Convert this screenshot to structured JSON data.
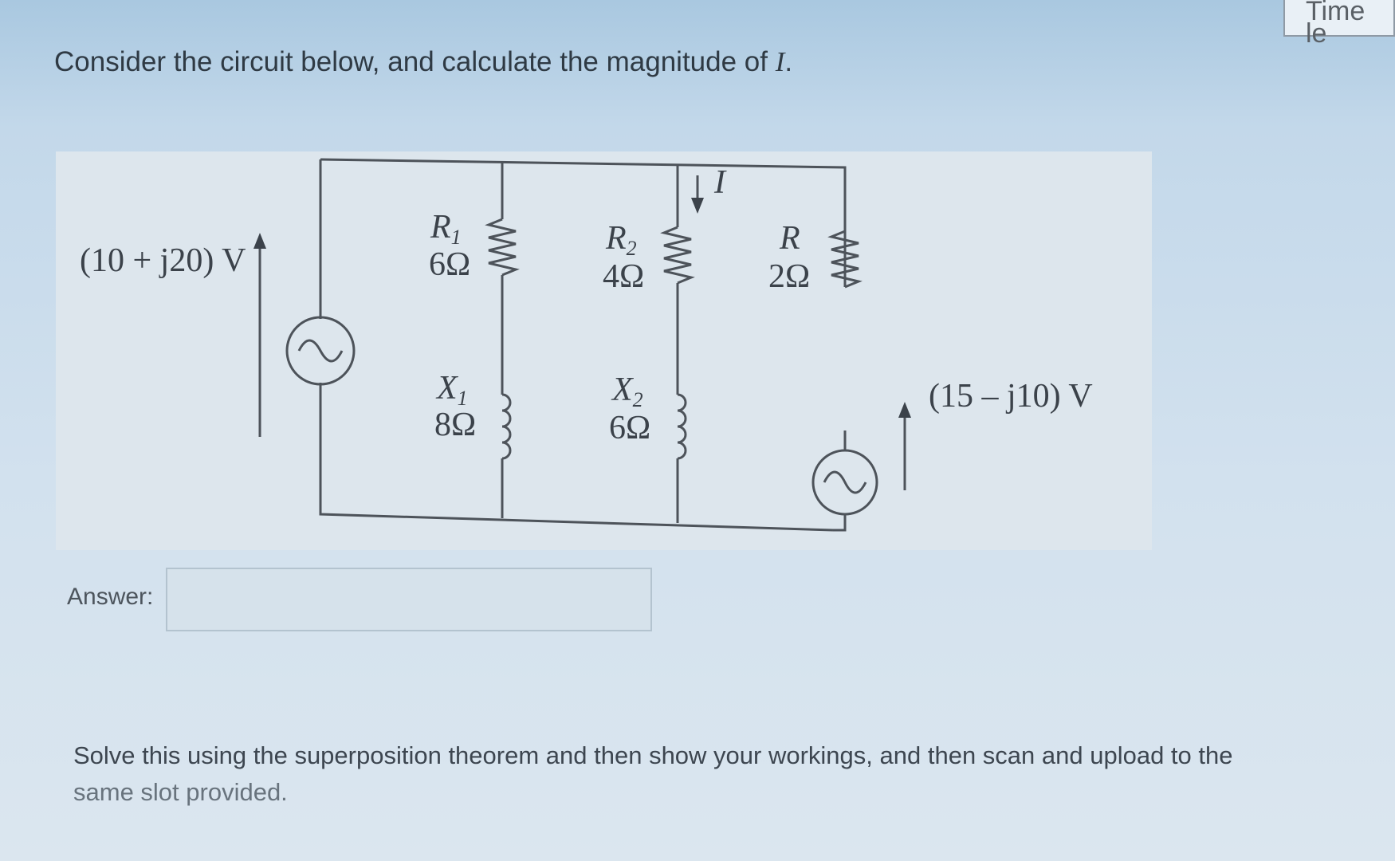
{
  "timer": {
    "label": "Time le"
  },
  "question": {
    "prefix": "Consider the circuit below, and calculate the magnitude of ",
    "var": "I",
    "suffix": "."
  },
  "circuit": {
    "source_left": "(10 + j20) V",
    "source_right": "(15 – j10) V",
    "current_label": "I",
    "branch1": {
      "r_name": "R",
      "r_sub": "1",
      "r_value": "6Ω",
      "x_name": "X",
      "x_sub": "1",
      "x_value": "8Ω"
    },
    "branch2": {
      "r_name": "R",
      "r_sub": "2",
      "r_value": "4Ω",
      "x_name": "X",
      "x_sub": "2",
      "x_value": "6Ω"
    },
    "branch3": {
      "r_name": "R",
      "r_value": "2Ω"
    }
  },
  "answer": {
    "label": "Answer:",
    "value": "",
    "placeholder": ""
  },
  "instructions": {
    "line1": "Solve this using the superposition theorem and then show your workings, and then scan and upload to the",
    "line2": "same slot provided."
  }
}
